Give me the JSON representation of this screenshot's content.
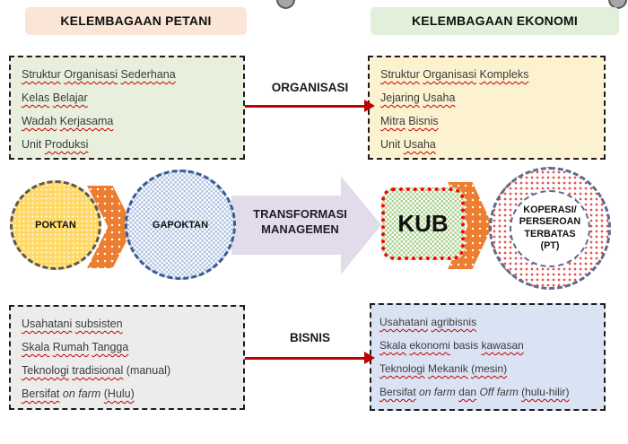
{
  "page": {
    "background": "#ffffff"
  },
  "headers": {
    "left": {
      "label": "KELEMBAGAAN PETANI",
      "bg": "#fbe5d6"
    },
    "right": {
      "label": "KELEMBAGAAN EKONOMI",
      "bg": "#e2efda"
    }
  },
  "flow": {
    "organisasi_label": "ORGANISASI",
    "bisnis_label": "BISNIS",
    "transformasi_line1": "TRANSFORMASI",
    "transformasi_line2": "MANAGEMEN",
    "arrow_color": "#c00000",
    "transformasi_bg": "#e2dbea"
  },
  "shapes": {
    "poktan": {
      "label": "POKTAN",
      "fill": "#ffd966",
      "border": "#595959"
    },
    "gapoktan": {
      "label": "GAPOKTAN",
      "fill": "#aec3e0",
      "border": "#3b5b92"
    },
    "kub": {
      "label": "KUB",
      "fill": "#a9d18e",
      "border": "#ff0000"
    },
    "koperasi": {
      "lines": [
        "KOPERASI/",
        "PERSEROAN",
        "TERBATAS",
        "(PT)"
      ],
      "dot_color": "#e05252",
      "border": "#5a6b8c"
    },
    "chevron": {
      "fill": "#ed7d31"
    }
  },
  "boxes": {
    "top_left": {
      "bg": "#e8f0dd",
      "lines": [
        [
          {
            "t": "Struktur",
            "sq": true
          },
          {
            "t": "Organisasi",
            "sq": true
          },
          {
            "t": "Sederhana",
            "sq": true
          }
        ],
        [
          {
            "t": "Kelas",
            "sq": true
          },
          {
            "t": "Belajar",
            "sq": true
          }
        ],
        [
          {
            "t": "Wadah",
            "sq": true
          },
          {
            "t": "Kerjasama",
            "sq": true
          }
        ],
        [
          {
            "t": "Unit",
            "sq": false
          },
          {
            "t": "Produksi",
            "sq": true
          }
        ]
      ]
    },
    "top_right": {
      "bg": "#fcf2d0",
      "lines": [
        [
          {
            "t": "Struktur",
            "sq": true
          },
          {
            "t": "Organisasi",
            "sq": true
          },
          {
            "t": "Kompleks",
            "sq": true
          }
        ],
        [
          {
            "t": "Jejaring",
            "sq": true
          },
          {
            "t": "Usaha",
            "sq": true
          }
        ],
        [
          {
            "t": "Mitra",
            "sq": true
          },
          {
            "t": "Bisnis",
            "sq": true
          }
        ],
        [
          {
            "t": "Unit",
            "sq": false
          },
          {
            "t": "Usaha",
            "sq": true
          }
        ]
      ]
    },
    "bottom_left": {
      "bg": "#ececec",
      "lines": [
        [
          {
            "t": "Usahatani",
            "sq": true
          },
          {
            "t": "subsisten",
            "sq": true
          }
        ],
        [
          {
            "t": "Skala",
            "sq": true
          },
          {
            "t": "Rumah",
            "sq": true
          },
          {
            "t": "Tangga",
            "sq": true
          }
        ],
        [
          {
            "t": "Teknologi",
            "sq": true
          },
          {
            "t": "tradisional",
            "sq": true
          },
          {
            "t": "(manual)",
            "sq": false
          }
        ],
        [
          {
            "t": "Bersifat",
            "sq": true
          },
          {
            "t": "on farm",
            "sq": false,
            "it": true
          },
          {
            "t": "(Hulu)",
            "sq": true
          }
        ]
      ]
    },
    "bottom_right": {
      "bg": "#dae3f3",
      "lines": [
        [
          {
            "t": "Usahatani",
            "sq": true
          },
          {
            "t": "agribisnis",
            "sq": true
          }
        ],
        [
          {
            "t": "Skala",
            "sq": true
          },
          {
            "t": "ekonomi",
            "sq": true
          },
          {
            "t": "basis",
            "sq": false
          },
          {
            "t": "kawasan",
            "sq": true
          }
        ],
        [
          {
            "t": "Teknologi",
            "sq": true
          },
          {
            "t": "Mekanik",
            "sq": true
          },
          {
            "t": "(mesin)",
            "sq": true
          }
        ],
        [
          {
            "t": "Bersifat",
            "sq": true
          },
          {
            "t": "on farm",
            "sq": false,
            "it": true
          },
          {
            "t": "dan",
            "sq": true
          },
          {
            "t": "Off farm",
            "sq": false,
            "it": true
          },
          {
            "t": "(hulu-hilir)",
            "sq": true
          }
        ]
      ]
    }
  }
}
